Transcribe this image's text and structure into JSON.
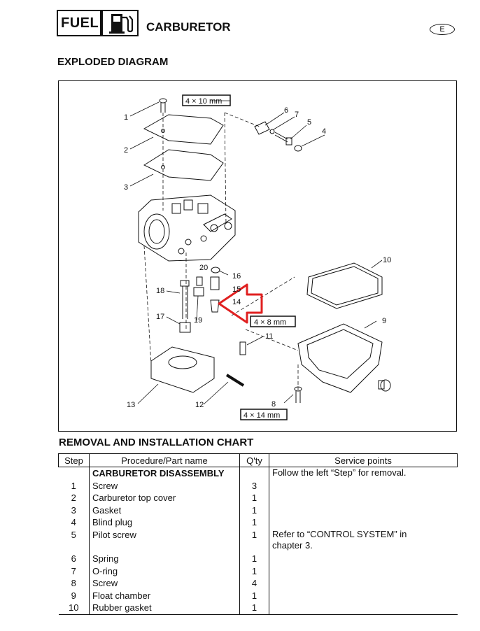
{
  "header": {
    "section_label": "FUEL",
    "title": "CARBURETOR",
    "language_badge": "E",
    "icon": "fuel-pump-icon"
  },
  "diagram": {
    "title": "EXPLODED DIAGRAM",
    "dim_labels": [
      "4 × 10 mm",
      "4 × 8 mm",
      "4 × 14 mm"
    ],
    "callouts": [
      "1",
      "2",
      "3",
      "4",
      "5",
      "6",
      "7",
      "8",
      "9",
      "10",
      "11",
      "13",
      "12",
      "14",
      "15",
      "16",
      "17",
      "18",
      "19",
      "20"
    ],
    "highlight_arrow_color": "#e02020"
  },
  "chart": {
    "title": "REMOVAL AND INSTALLATION CHART",
    "headers": [
      "Step",
      "Procedure/Part name",
      "Q'ty",
      "Service points"
    ],
    "rows": [
      {
        "step": "",
        "part": "CARBURETOR DISASSEMBLY",
        "qty": "",
        "service": "Follow the left “Step” for removal."
      },
      {
        "step": "1",
        "part": "Screw",
        "qty": "3",
        "service": ""
      },
      {
        "step": "2",
        "part": "Carburetor top cover",
        "qty": "1",
        "service": ""
      },
      {
        "step": "3",
        "part": "Gasket",
        "qty": "1",
        "service": ""
      },
      {
        "step": "4",
        "part": "Blind plug",
        "qty": "1",
        "service": ""
      },
      {
        "step": "5",
        "part": "Pilot screw",
        "qty": "1",
        "service": "Refer to “CONTROL SYSTEM” in",
        "service2": "chapter 3."
      },
      {
        "step": "6",
        "part": "Spring",
        "qty": "1",
        "service": ""
      },
      {
        "step": "7",
        "part": "O-ring",
        "qty": "1",
        "service": ""
      },
      {
        "step": "8",
        "part": "Screw",
        "qty": "4",
        "service": ""
      },
      {
        "step": "9",
        "part": "Float chamber",
        "qty": "1",
        "service": ""
      },
      {
        "step": "10",
        "part": "Rubber gasket",
        "qty": "1",
        "service": ""
      }
    ]
  }
}
